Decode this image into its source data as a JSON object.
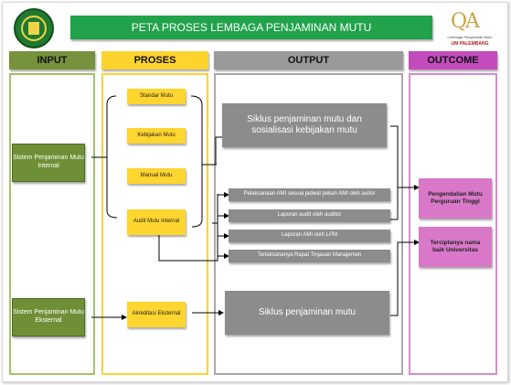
{
  "title": "PETA PROSES LEMBAGA PENJAMINAN MUTU",
  "logo_right": {
    "line1": "Lembaga Penjaminan Mutu",
    "line2": "UM PALEMBANG"
  },
  "headers": {
    "input": "INPUT",
    "proses": "PROSES",
    "output": "OUTPUT",
    "outcome": "OUTCOME"
  },
  "input": {
    "internal": "Sistem Penjaminan Mutu Internal",
    "external": "Sistem Penjaminan Mutu Eksternal"
  },
  "proses": {
    "standar": "Standar Mutu",
    "kebijakan": "Kebijakan Mutu",
    "manual": "Manual  Mutu",
    "audit": "Audit Mutu Internal",
    "akreditasi": "Akreditasi Eksternal"
  },
  "output": {
    "siklus_sosialisasi": "Siklus penjaminan mutu dan sosialisasi kebijakan mutu",
    "pelaksanaan": "Pelaksanaan AMI sesuai jadwal pekan AMI oleh auitor",
    "laporan_audit": "Laporan audit oleh auditor",
    "laporan_lpm": "Laporan  AMI oleh LPM",
    "rapat": "Terlaksananya Rapat Tinjauan Manajemen",
    "siklus": "Siklus penjaminan mutu"
  },
  "outcome": {
    "pengendalian": "Pengendalian Mutu Perguruan Tinggi",
    "nama_baik": "Terciptanya nama baik Universitas"
  },
  "colors": {
    "title_bg": "#21a34b",
    "input": "#76923c",
    "proses": "#ffd32e",
    "output": "#9a9a9a",
    "outcome": "#c44bbd"
  }
}
